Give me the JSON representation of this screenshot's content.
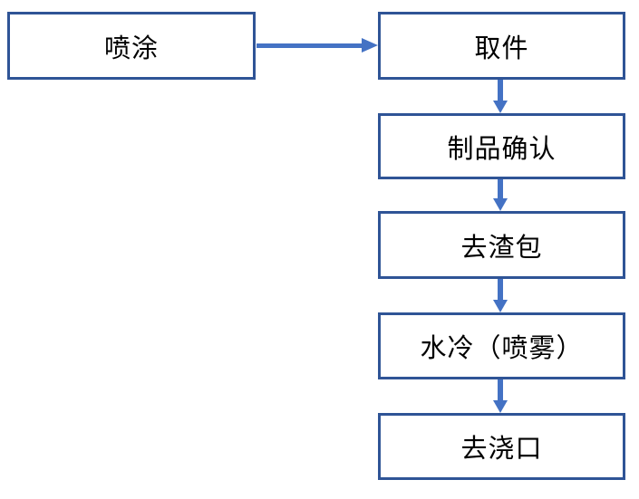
{
  "diagram": {
    "title": "die-casting post-process flow",
    "nodes": [
      {
        "id": "spray",
        "label": "喷涂"
      },
      {
        "id": "pickup",
        "label": "取件"
      },
      {
        "id": "confirm",
        "label": "制品确认"
      },
      {
        "id": "deslag",
        "label": "去渣包"
      },
      {
        "id": "cooling",
        "label": "水冷（喷雾）"
      },
      {
        "id": "degate",
        "label": "去浇口"
      }
    ],
    "edges": [
      {
        "from": "spray",
        "to": "pickup",
        "direction": "right"
      },
      {
        "from": "pickup",
        "to": "confirm",
        "direction": "down"
      },
      {
        "from": "confirm",
        "to": "deslag",
        "direction": "down"
      },
      {
        "from": "deslag",
        "to": "cooling",
        "direction": "down"
      },
      {
        "from": "cooling",
        "to": "degate",
        "direction": "down"
      }
    ],
    "colors": {
      "box_border": "#2F5496",
      "box_fill": "#FFFFFF",
      "arrow": "#4472C4",
      "text": "#000000",
      "background": "#FFFFFF"
    }
  }
}
